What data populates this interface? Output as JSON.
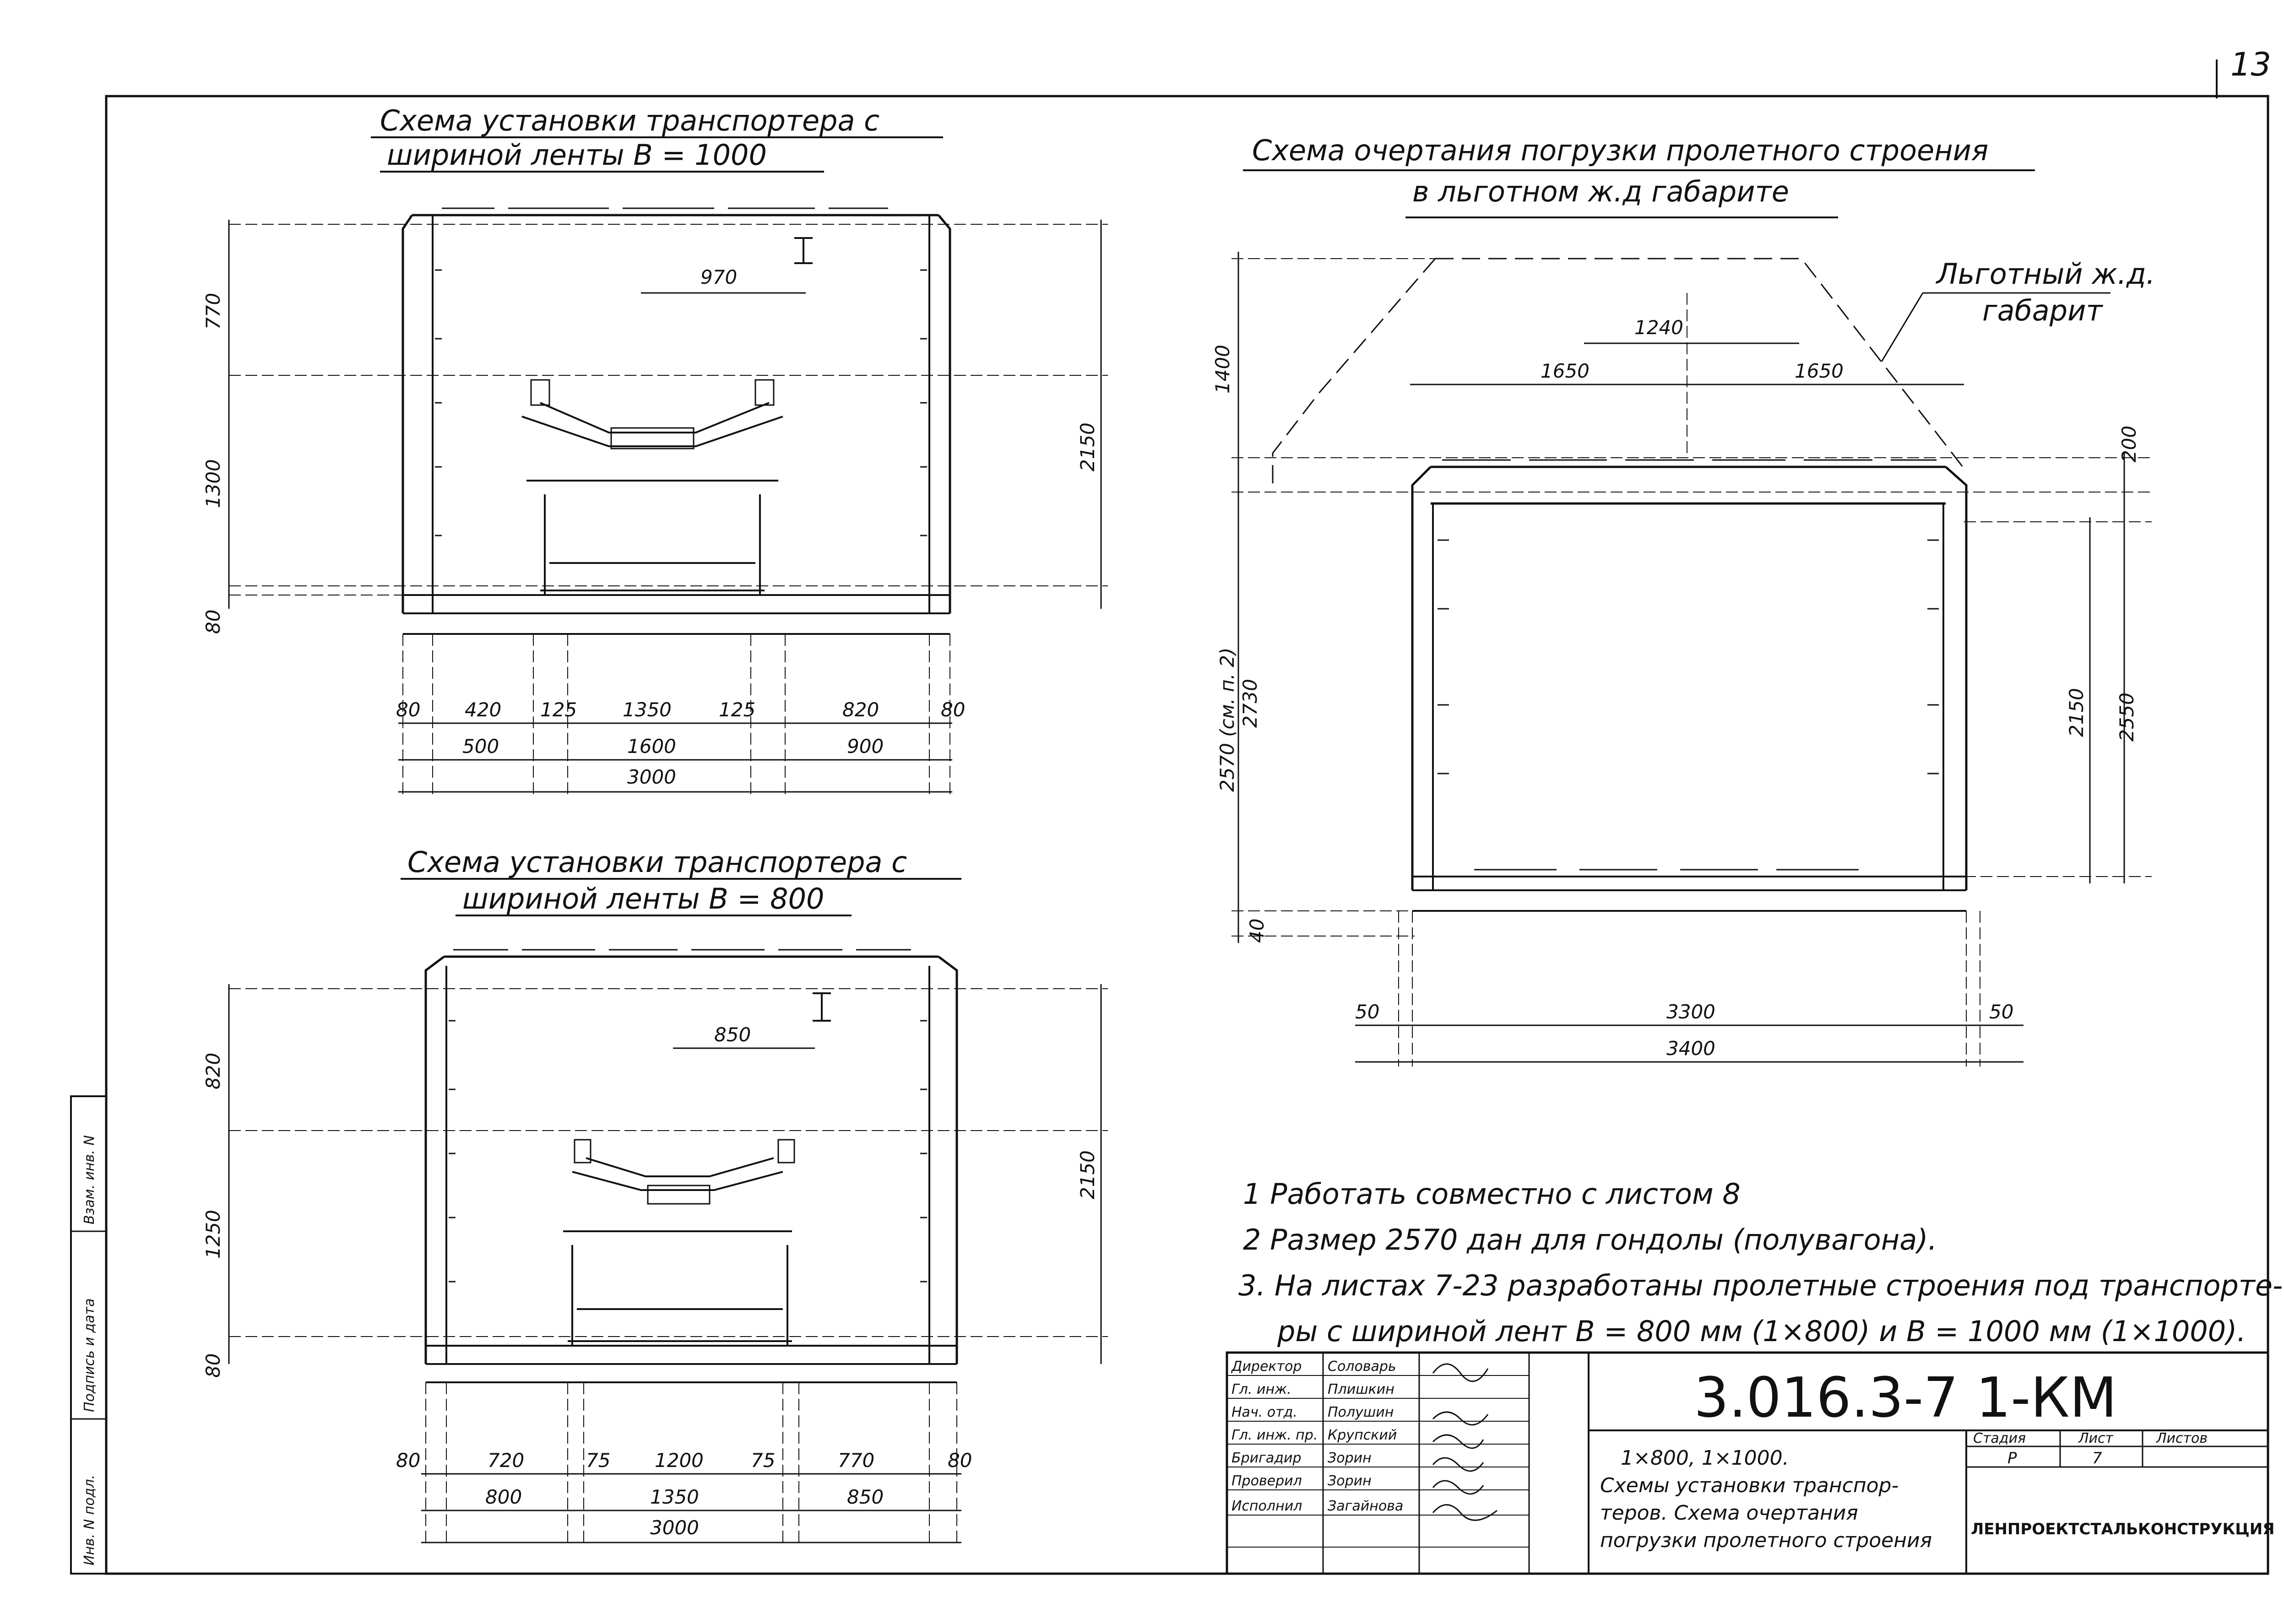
{
  "page_number": "13",
  "left_top": {
    "title_line1": "Схема установки транспортера с",
    "title_line2": "шириной ленты В = 1000",
    "inner_dim": "970",
    "vdims": [
      "770",
      "1300",
      "80"
    ],
    "right_dim": "2150",
    "dims_row1": [
      "80",
      "420",
      "125",
      "1350",
      "125",
      "820",
      "80"
    ],
    "dims_row2": [
      "500",
      "1600",
      "900"
    ],
    "dims_row3": "3000"
  },
  "left_bottom": {
    "title_line1": "Схема установки транспортера с",
    "title_line2": "шириной ленты В = 800",
    "inner_dim": "850",
    "vdims": [
      "820",
      "1250",
      "80"
    ],
    "right_dim": "2150",
    "dims_row1": [
      "80",
      "720",
      "75",
      "1200",
      "75",
      "770",
      "80"
    ],
    "dims_row2": [
      "800",
      "1350",
      "850"
    ],
    "dims_row3": "3000"
  },
  "right": {
    "title_line1": "Схема очертания погрузки пролетного строения",
    "title_line2": "в льготном ж.д габарите",
    "leader_line1": "Льготный ж.д.",
    "leader_line2": "габарит",
    "top_dim": "1240",
    "half_dims": [
      "1650",
      "1650"
    ],
    "left_vdims": [
      "1400",
      "2570 (см. п. 2)",
      "2730",
      "40"
    ],
    "right_vdims": [
      "200",
      "2150",
      "2550"
    ],
    "bottom_dims": [
      "50",
      "3300",
      "50"
    ],
    "total_dim": "3400"
  },
  "notes": [
    "1  Работать  совместно  с листом 8",
    "2  Размер  2570  дан  для  гондолы (полувагона).",
    "3.  На листах 7-23 разработаны пролетные строения под транспорте-",
    "ры с шириной лент В = 800 мм (1×800) и В = 1000 мм (1×1000)."
  ],
  "side_stamp": [
    "Инв. N подл.",
    "Подпись и дата",
    "Взам. инв. N"
  ],
  "title_block": {
    "roles": [
      "Директор",
      "Гл. инж.",
      "Нач. отд.",
      "Гл. инж. пр.",
      "Бригадир",
      "Проверил",
      "Исполнил"
    ],
    "names": [
      "Соловарь",
      "Плишкин",
      "Полушин",
      "Крупский",
      "Зорин",
      "Зорин",
      "Загайнова"
    ],
    "code": "3.016.3-7 1-КМ",
    "description_line1": "1×800, 1×1000.",
    "description_line2": "Схемы установки транспор-",
    "description_line3": "теров. Схема очертания",
    "description_line4": "погрузки пролетного строения",
    "stage_header": "Стадия",
    "sheet_header": "Лист",
    "sheets_header": "Листов",
    "stage_value": "Р",
    "sheet_value": "7",
    "organization": "ЛЕНПРОЕКТСТАЛЬКОНСТРУКЦИЯ"
  }
}
